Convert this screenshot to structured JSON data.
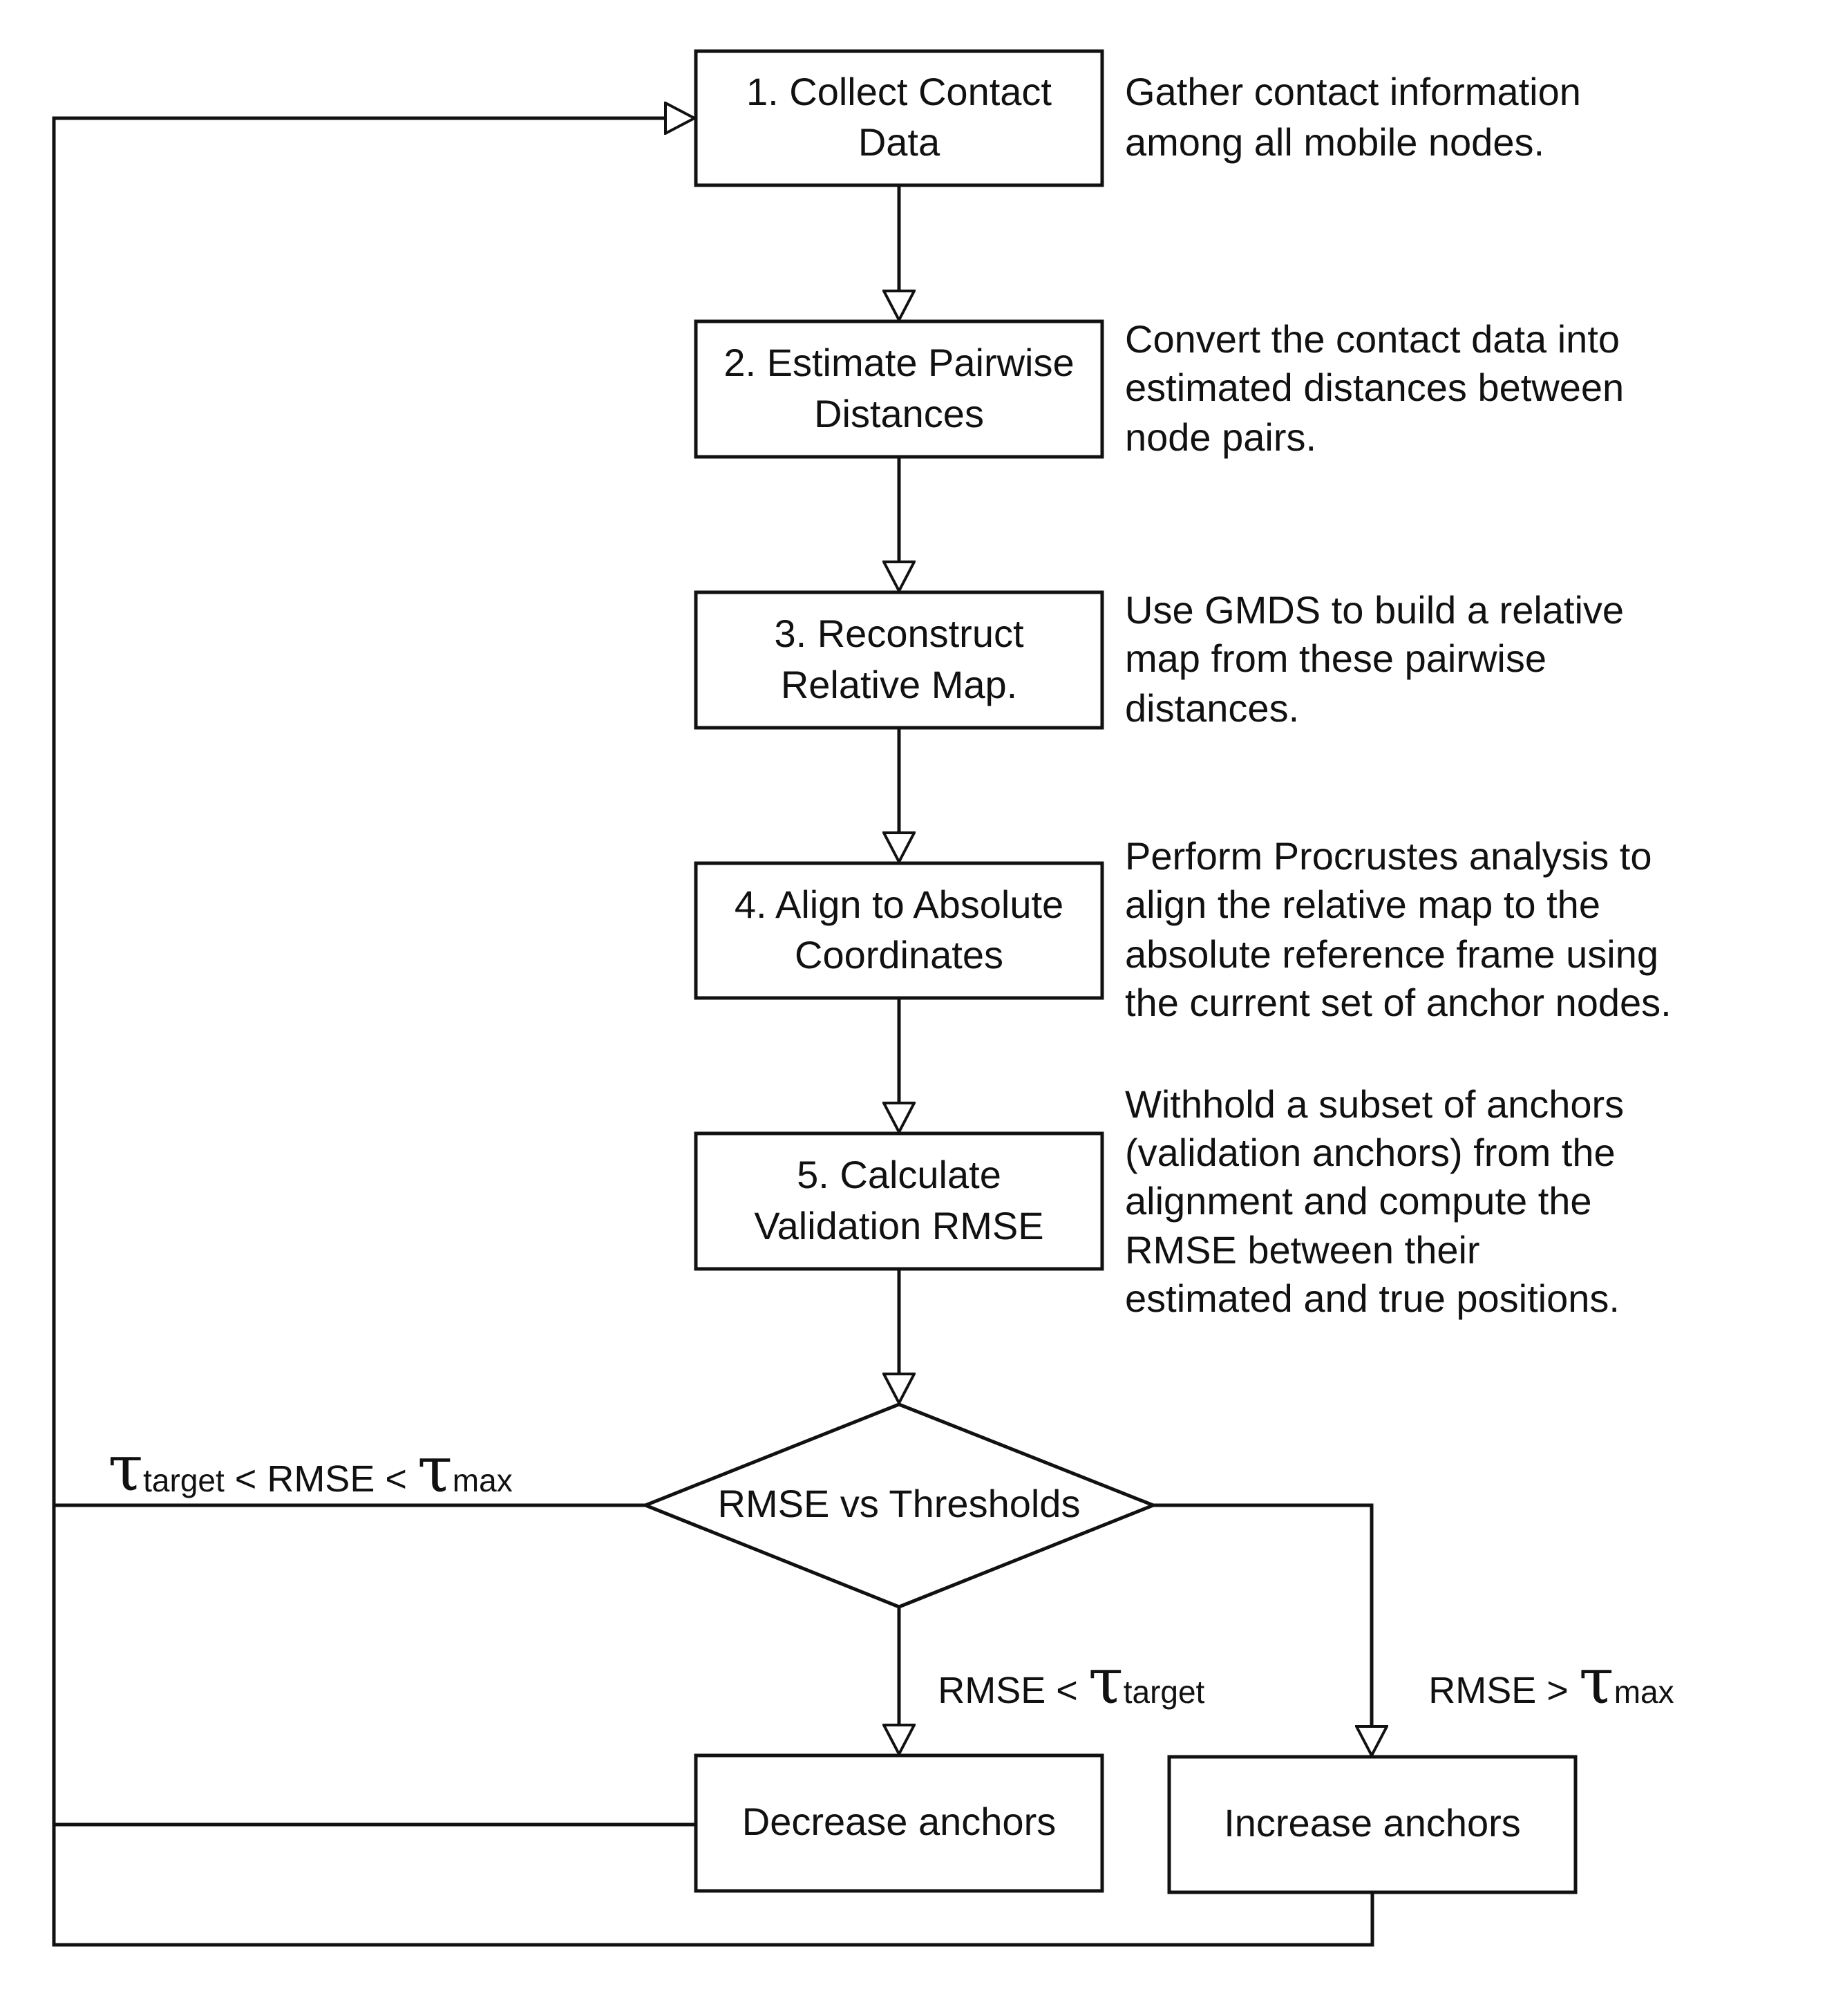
{
  "steps": [
    {
      "label": [
        "1. Collect Contact",
        "Data"
      ],
      "description": [
        "Gather contact information",
        "among all mobile nodes."
      ]
    },
    {
      "label": [
        "2. Estimate Pairwise",
        "Distances"
      ],
      "description": [
        "Convert the contact data into",
        "estimated distances between",
        "node pairs."
      ]
    },
    {
      "label": [
        "3. Reconstruct",
        "Relative Map."
      ],
      "description": [
        "Use GMDS to build a relative",
        "map from these pairwise",
        "distances."
      ]
    },
    {
      "label": [
        "4. Align to Absolute",
        "Coordinates"
      ],
      "description": [
        "Perform Procrustes analysis to",
        "align the relative map to the",
        "absolute reference frame using",
        "the current set of anchor nodes."
      ]
    },
    {
      "label": [
        "5. Calculate",
        "Validation RMSE"
      ],
      "description": [
        "Withhold a subset of anchors",
        "(validation anchors) from the",
        "alignment and compute the",
        "RMSE between their",
        "estimated and true positions."
      ]
    }
  ],
  "decision": {
    "label": "RMSE vs Thresholds"
  },
  "branches": {
    "middle": {
      "tau1": "τ",
      "sub1": "target",
      "mid": " < RMSE < ",
      "tau2": "τ",
      "sub2": "max"
    },
    "low": {
      "prefix": "RMSE < ",
      "tau": "τ",
      "sub": "target"
    },
    "high": {
      "prefix": "RMSE > ",
      "tau": "τ",
      "sub": "max"
    }
  },
  "actions": {
    "decrease": "Decrease anchors",
    "increase": "Increase anchors"
  }
}
